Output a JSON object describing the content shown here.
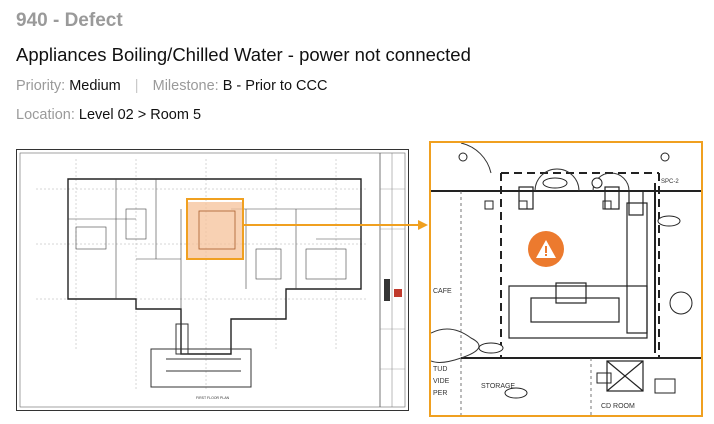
{
  "defect": {
    "heading": "940 - Defect",
    "title": "Appliances Boiling/Chilled Water - power not connected",
    "priority_label": "Priority:",
    "priority_value": "Medium",
    "separator": "|",
    "milestone_label": "Milestone:",
    "milestone_value": "B - Prior to CCC",
    "location_label": "Location:",
    "location_value": "Level 02 > Room 5"
  },
  "colors": {
    "accent": "#f0a020",
    "marker": "#ec7a2e"
  },
  "icons": {
    "marker": "warning-icon"
  }
}
